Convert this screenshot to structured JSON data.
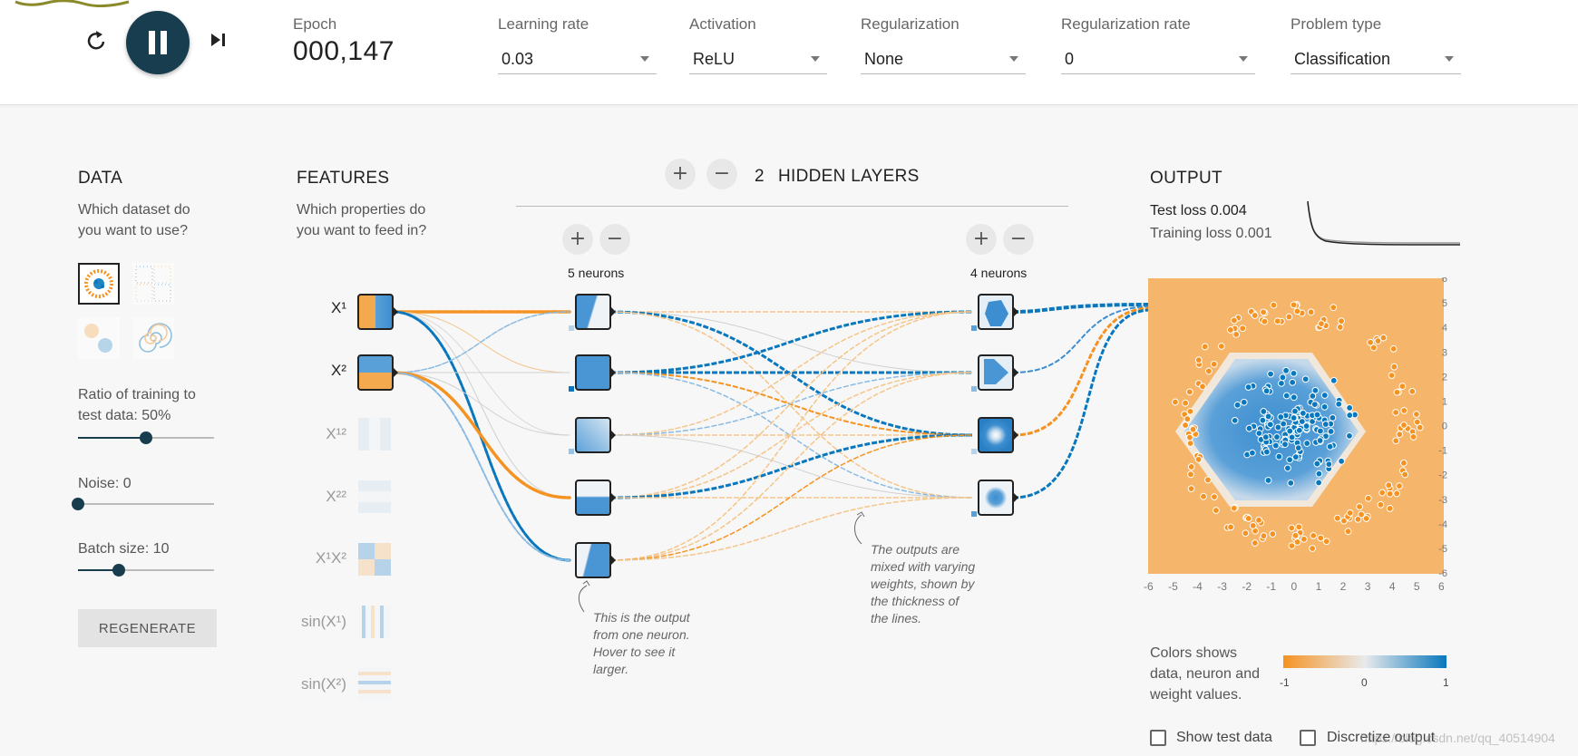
{
  "controls": {
    "reset_icon": "reset-icon",
    "play_icon": "pause-icon",
    "step_icon": "step-forward-icon"
  },
  "epoch": {
    "label": "Epoch",
    "value": "000,147"
  },
  "dropdowns": [
    {
      "label": "Learning rate",
      "value": "0.03"
    },
    {
      "label": "Activation",
      "value": "ReLU"
    },
    {
      "label": "Regularization",
      "value": "None"
    },
    {
      "label": "Regularization rate",
      "value": "0"
    },
    {
      "label": "Problem type",
      "value": "Classification"
    }
  ],
  "data_panel": {
    "title": "DATA",
    "question": [
      "Which dataset do",
      "you want to use?"
    ],
    "ratio_label": [
      "Ratio of training to",
      "test data:  50%"
    ],
    "ratio_value": 0.5,
    "noise_label": "Noise:  0",
    "noise_value": 0,
    "batch_label": "Batch size:  10",
    "batch_value": 0.3,
    "regenerate": "REGENERATE"
  },
  "features_panel": {
    "title": "FEATURES",
    "question": [
      "Which properties do",
      "you want to feed in?"
    ],
    "features": [
      {
        "label": "X¹",
        "active": true
      },
      {
        "label": "X²",
        "active": true
      },
      {
        "label": "X¹²",
        "active": false
      },
      {
        "label": "X²²",
        "active": false
      },
      {
        "label": "X¹X²",
        "active": false
      },
      {
        "label": "sin(X¹)",
        "active": false
      },
      {
        "label": "sin(X²)",
        "active": false
      }
    ]
  },
  "hidden_layers": {
    "count": "2",
    "title": "HIDDEN LAYERS",
    "layers": [
      {
        "neurons_label": "5 neurons"
      },
      {
        "neurons_label": "4 neurons"
      }
    ],
    "plus": "+",
    "minus": "−"
  },
  "notes": {
    "neuron": [
      "This is the output",
      "from one neuron.",
      "Hover to see it",
      "larger."
    ],
    "weights": [
      "The outputs are",
      "mixed with varying",
      "weights, shown by",
      "the thickness of",
      "the lines."
    ]
  },
  "output": {
    "title": "OUTPUT",
    "test_loss": "Test loss 0.004",
    "training_loss": "Training loss 0.001",
    "axis_ticks": [
      "-6",
      "-5",
      "-4",
      "-3",
      "-2",
      "-1",
      "0",
      "1",
      "2",
      "3",
      "4",
      "5",
      "6"
    ],
    "legend_text": [
      "Colors shows",
      "data, neuron and",
      "weight values."
    ],
    "legend_ticks": [
      "-1",
      "0",
      "1"
    ],
    "show_test_data": "Show test data",
    "discretize_output": "Discretize output",
    "watermark": "https://blog.csdn.net/qq_40514904"
  },
  "colors": {
    "orange": "#f59322",
    "blue": "#0877bd",
    "dark": "#183d4e"
  }
}
